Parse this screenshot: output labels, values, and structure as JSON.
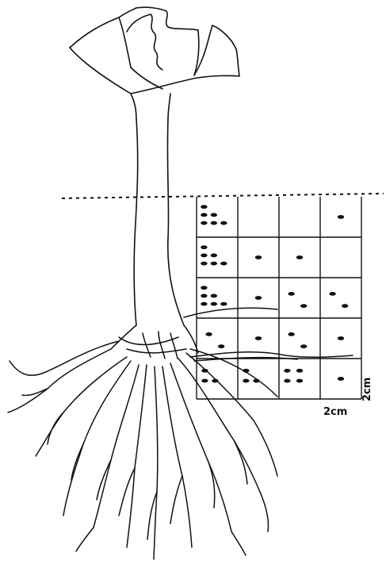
{
  "scale": {
    "horizontal_label": "2cm",
    "vertical_label": "2cm"
  },
  "grid": {
    "rows": 5,
    "columns": 4,
    "dots_per_cell": [
      [
        6,
        0,
        0,
        1
      ],
      [
        6,
        1,
        1,
        0
      ],
      [
        6,
        1,
        2,
        2
      ],
      [
        2,
        1,
        2,
        1
      ],
      [
        3,
        3,
        4,
        1
      ]
    ]
  },
  "colors": {
    "ink": "#111111",
    "background": "#ffffff"
  }
}
